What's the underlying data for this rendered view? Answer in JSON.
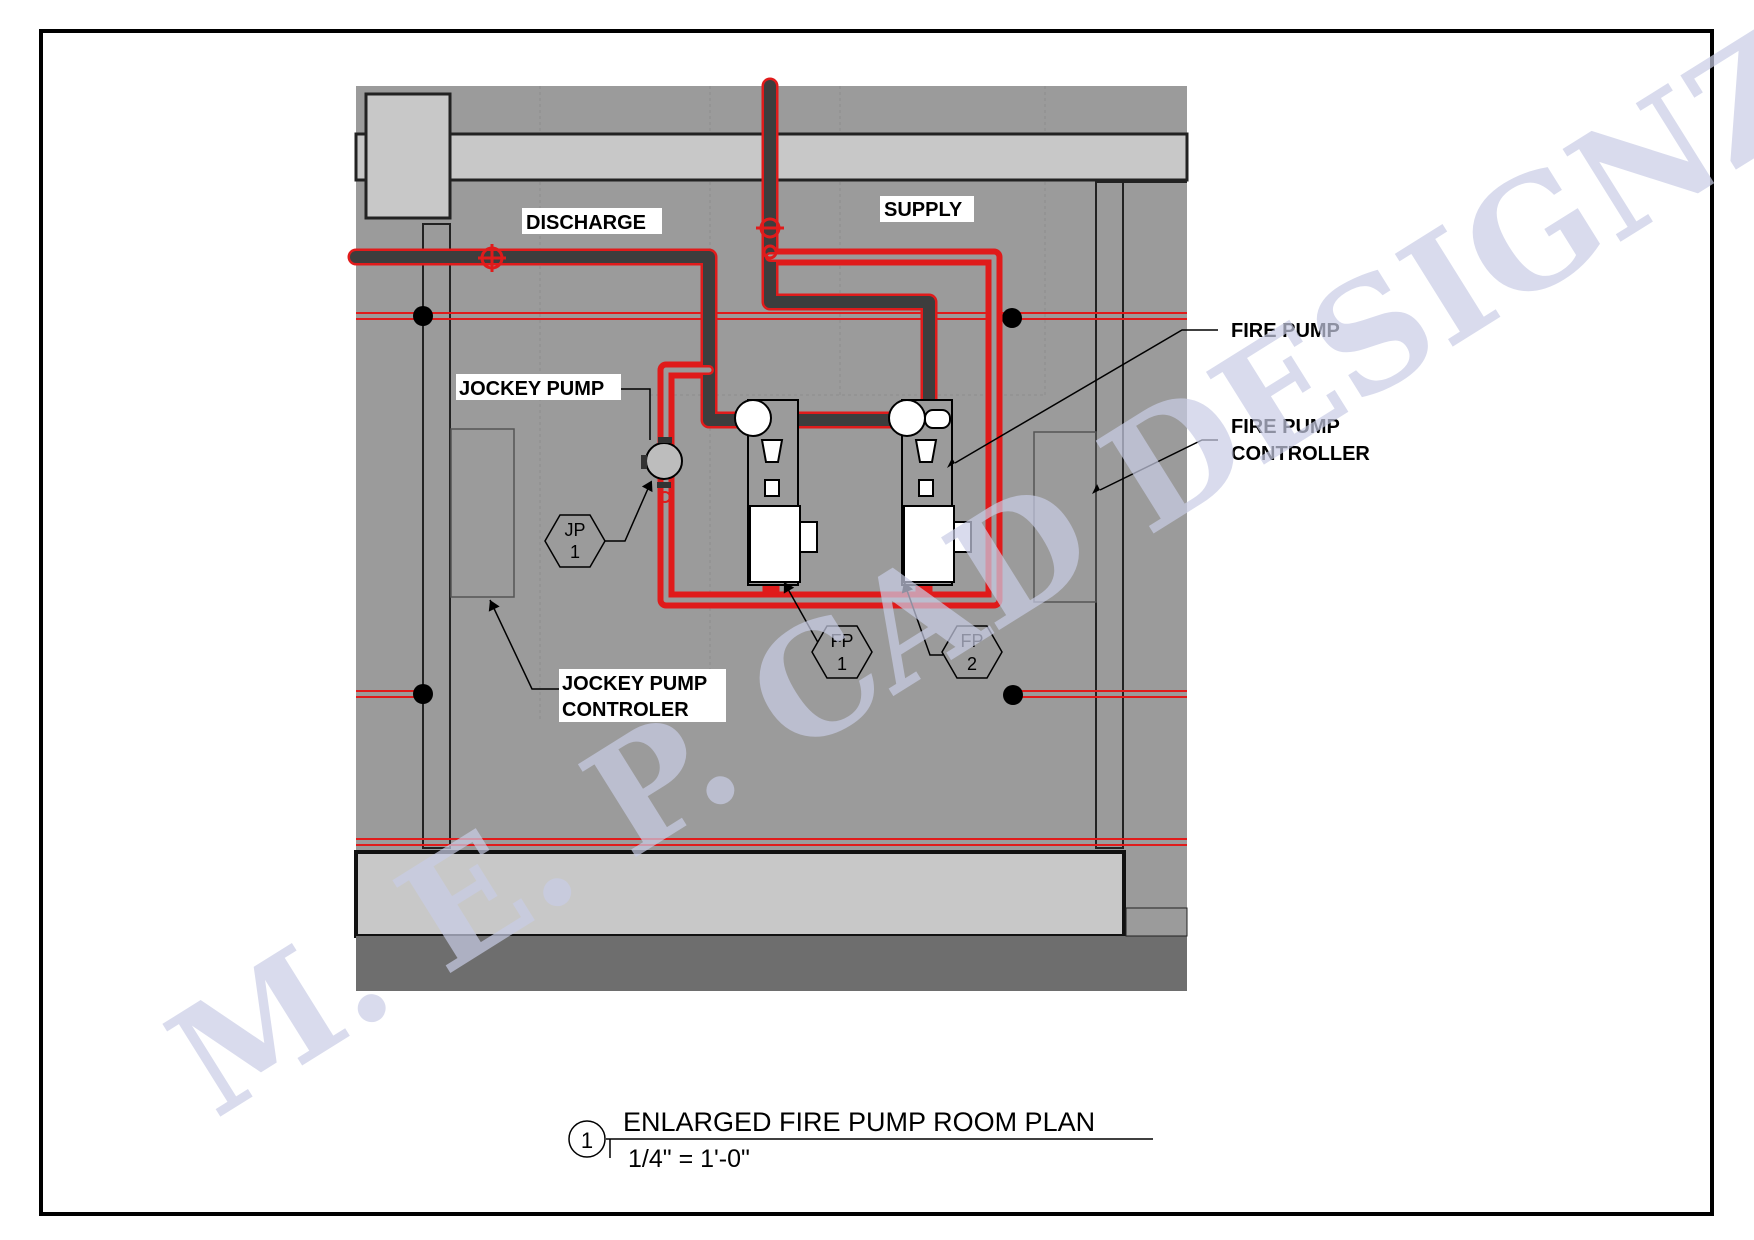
{
  "labels": {
    "discharge": "DISCHARGE",
    "supply": "SUPPLY",
    "jockey_pump": "JOCKEY PUMP",
    "fire_pump": "FIRE PUMP",
    "fire_pump_controller_line1": "FIRE PUMP",
    "fire_pump_controller_line2": "CONTROLLER",
    "jockey_pump_controller_line1": "JOCKEY PUMP",
    "jockey_pump_controller_line2": "CONTROLER"
  },
  "tags": {
    "jp1": {
      "code": "JP",
      "num": "1"
    },
    "fp1": {
      "code": "FP",
      "num": "1"
    },
    "fp2": {
      "code": "FP",
      "num": "2"
    }
  },
  "title_block": {
    "number": "1",
    "title": "ENLARGED FIRE PUMP ROOM PLAN",
    "scale": "1/4\" = 1'-0\""
  },
  "watermark": "M. E. P. CAD DESIGNZ",
  "colors": {
    "floor": "#9b9b9b",
    "wall": "#c8c8c8",
    "pipe": "#3a3a3a",
    "pipe_outline": "#e01b1b",
    "watermark": "#c9cde6"
  }
}
